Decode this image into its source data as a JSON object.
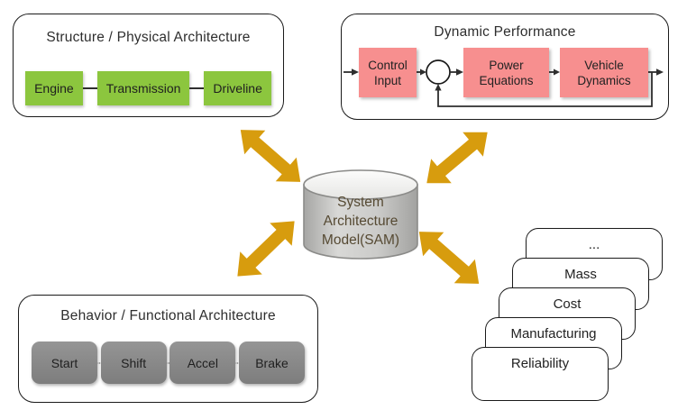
{
  "colors": {
    "node_green": "#8CC63E",
    "node_pink": "#F78F8F",
    "node_gray": "#8A8A8A",
    "arrow_gold": "#D79C0E",
    "panel_border": "#1A1A1A",
    "cylinder_body": "#C7C7C5",
    "cylinder_top": "#F4F4F2",
    "cylinder_text": "#564A33"
  },
  "structure_panel": {
    "title": "Structure / Physical Architecture",
    "nodes": [
      "Engine",
      "Transmission",
      "Driveline"
    ]
  },
  "dynamic_panel": {
    "title": "Dynamic Performance",
    "nodes": [
      "Control Input",
      "Power Equations",
      "Vehicle Dynamics"
    ]
  },
  "behavior_panel": {
    "title": "Behavior / Functional Architecture",
    "nodes": [
      "Start",
      "Shift",
      "Accel",
      "Brake"
    ]
  },
  "center_model": {
    "label": "System Architecture Model(SAM)"
  },
  "attribute_cards": {
    "cards": [
      "...",
      "Mass",
      "Cost",
      "Manufacturing",
      "Reliability"
    ]
  }
}
